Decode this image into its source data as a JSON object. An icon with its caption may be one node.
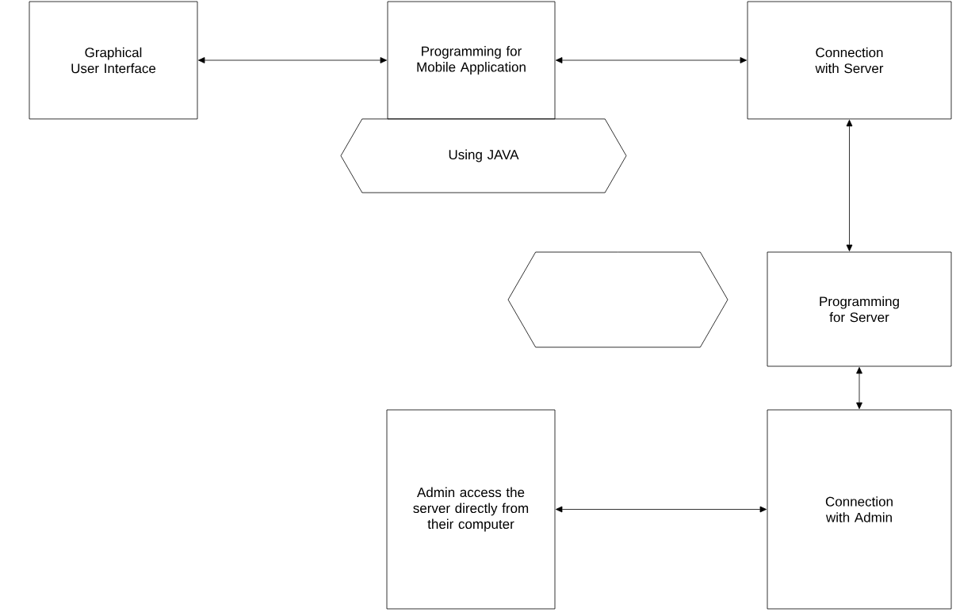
{
  "diagram": {
    "nodes": [
      {
        "text": [
          "Graphical User Interface"
        ]
      },
      {
        "text": [
          "Programming for Mobile Application"
        ]
      },
      {
        "text": [
          "Connection with Server"
        ]
      },
      {
        "text": [
          "Using JAVA"
        ]
      },
      {
        "text": [],
        "shape": "hexagon"
      },
      {
        "text": [
          "Programming for Server"
        ]
      },
      {
        "text": [
          "Admin access the server directly from their computer"
        ]
      },
      {
        "text": [
          "Connection with Admin"
        ]
      }
    ],
    "edges": [
      {
        "from": 0,
        "to": 1,
        "arrow": "both"
      },
      {
        "from": 1,
        "to": 2,
        "arrow": "both"
      },
      {
        "from": 2,
        "to": 5,
        "arrow": "both"
      },
      {
        "from": 5,
        "to": 7,
        "arrow": "both"
      },
      {
        "from": 6,
        "to": 7,
        "arrow": "both"
      }
    ]
  }
}
